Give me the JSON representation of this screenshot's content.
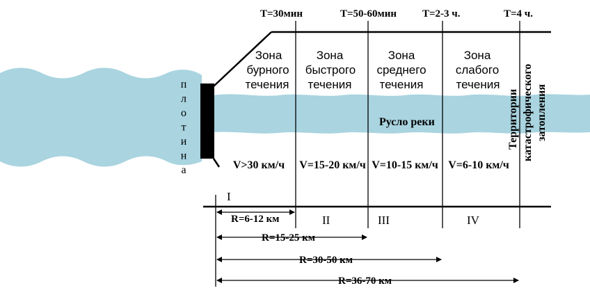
{
  "times": [
    "T=30мин",
    "T=50-60мин",
    "T=2-3 ч.",
    "T=4 ч."
  ],
  "zones": [
    {
      "line1": "Зона",
      "line2": "бурного",
      "line3": "течения",
      "speed": "V>30 км/ч",
      "numeral": "I"
    },
    {
      "line1": "Зона",
      "line2": "быстрого",
      "line3": "течения",
      "speed": "V=15-20 км/ч",
      "numeral": "II"
    },
    {
      "line1": "Зона",
      "line2": "среднего",
      "line3": "течения",
      "speed": "V=10-15 км/ч",
      "numeral": "III"
    },
    {
      "line1": "Зона",
      "line2": "слабого",
      "line3": "течения",
      "speed": "V=6-10 км/ч",
      "numeral": "IV"
    }
  ],
  "river_label": "Русло реки",
  "dam_letters": [
    "п",
    "л",
    "о",
    "т",
    "и",
    "н",
    "а"
  ],
  "territory": {
    "line1": "Территории",
    "line2": "катастрофического",
    "line3": "затопления"
  },
  "distances": [
    "R=6-12 км",
    "R=15-25 км",
    "R=30-50 км",
    "R=36-70 км"
  ],
  "colors": {
    "water": "#a9d4e0",
    "dam": "#000000",
    "ink": "#000000",
    "background": "#ffffff"
  }
}
